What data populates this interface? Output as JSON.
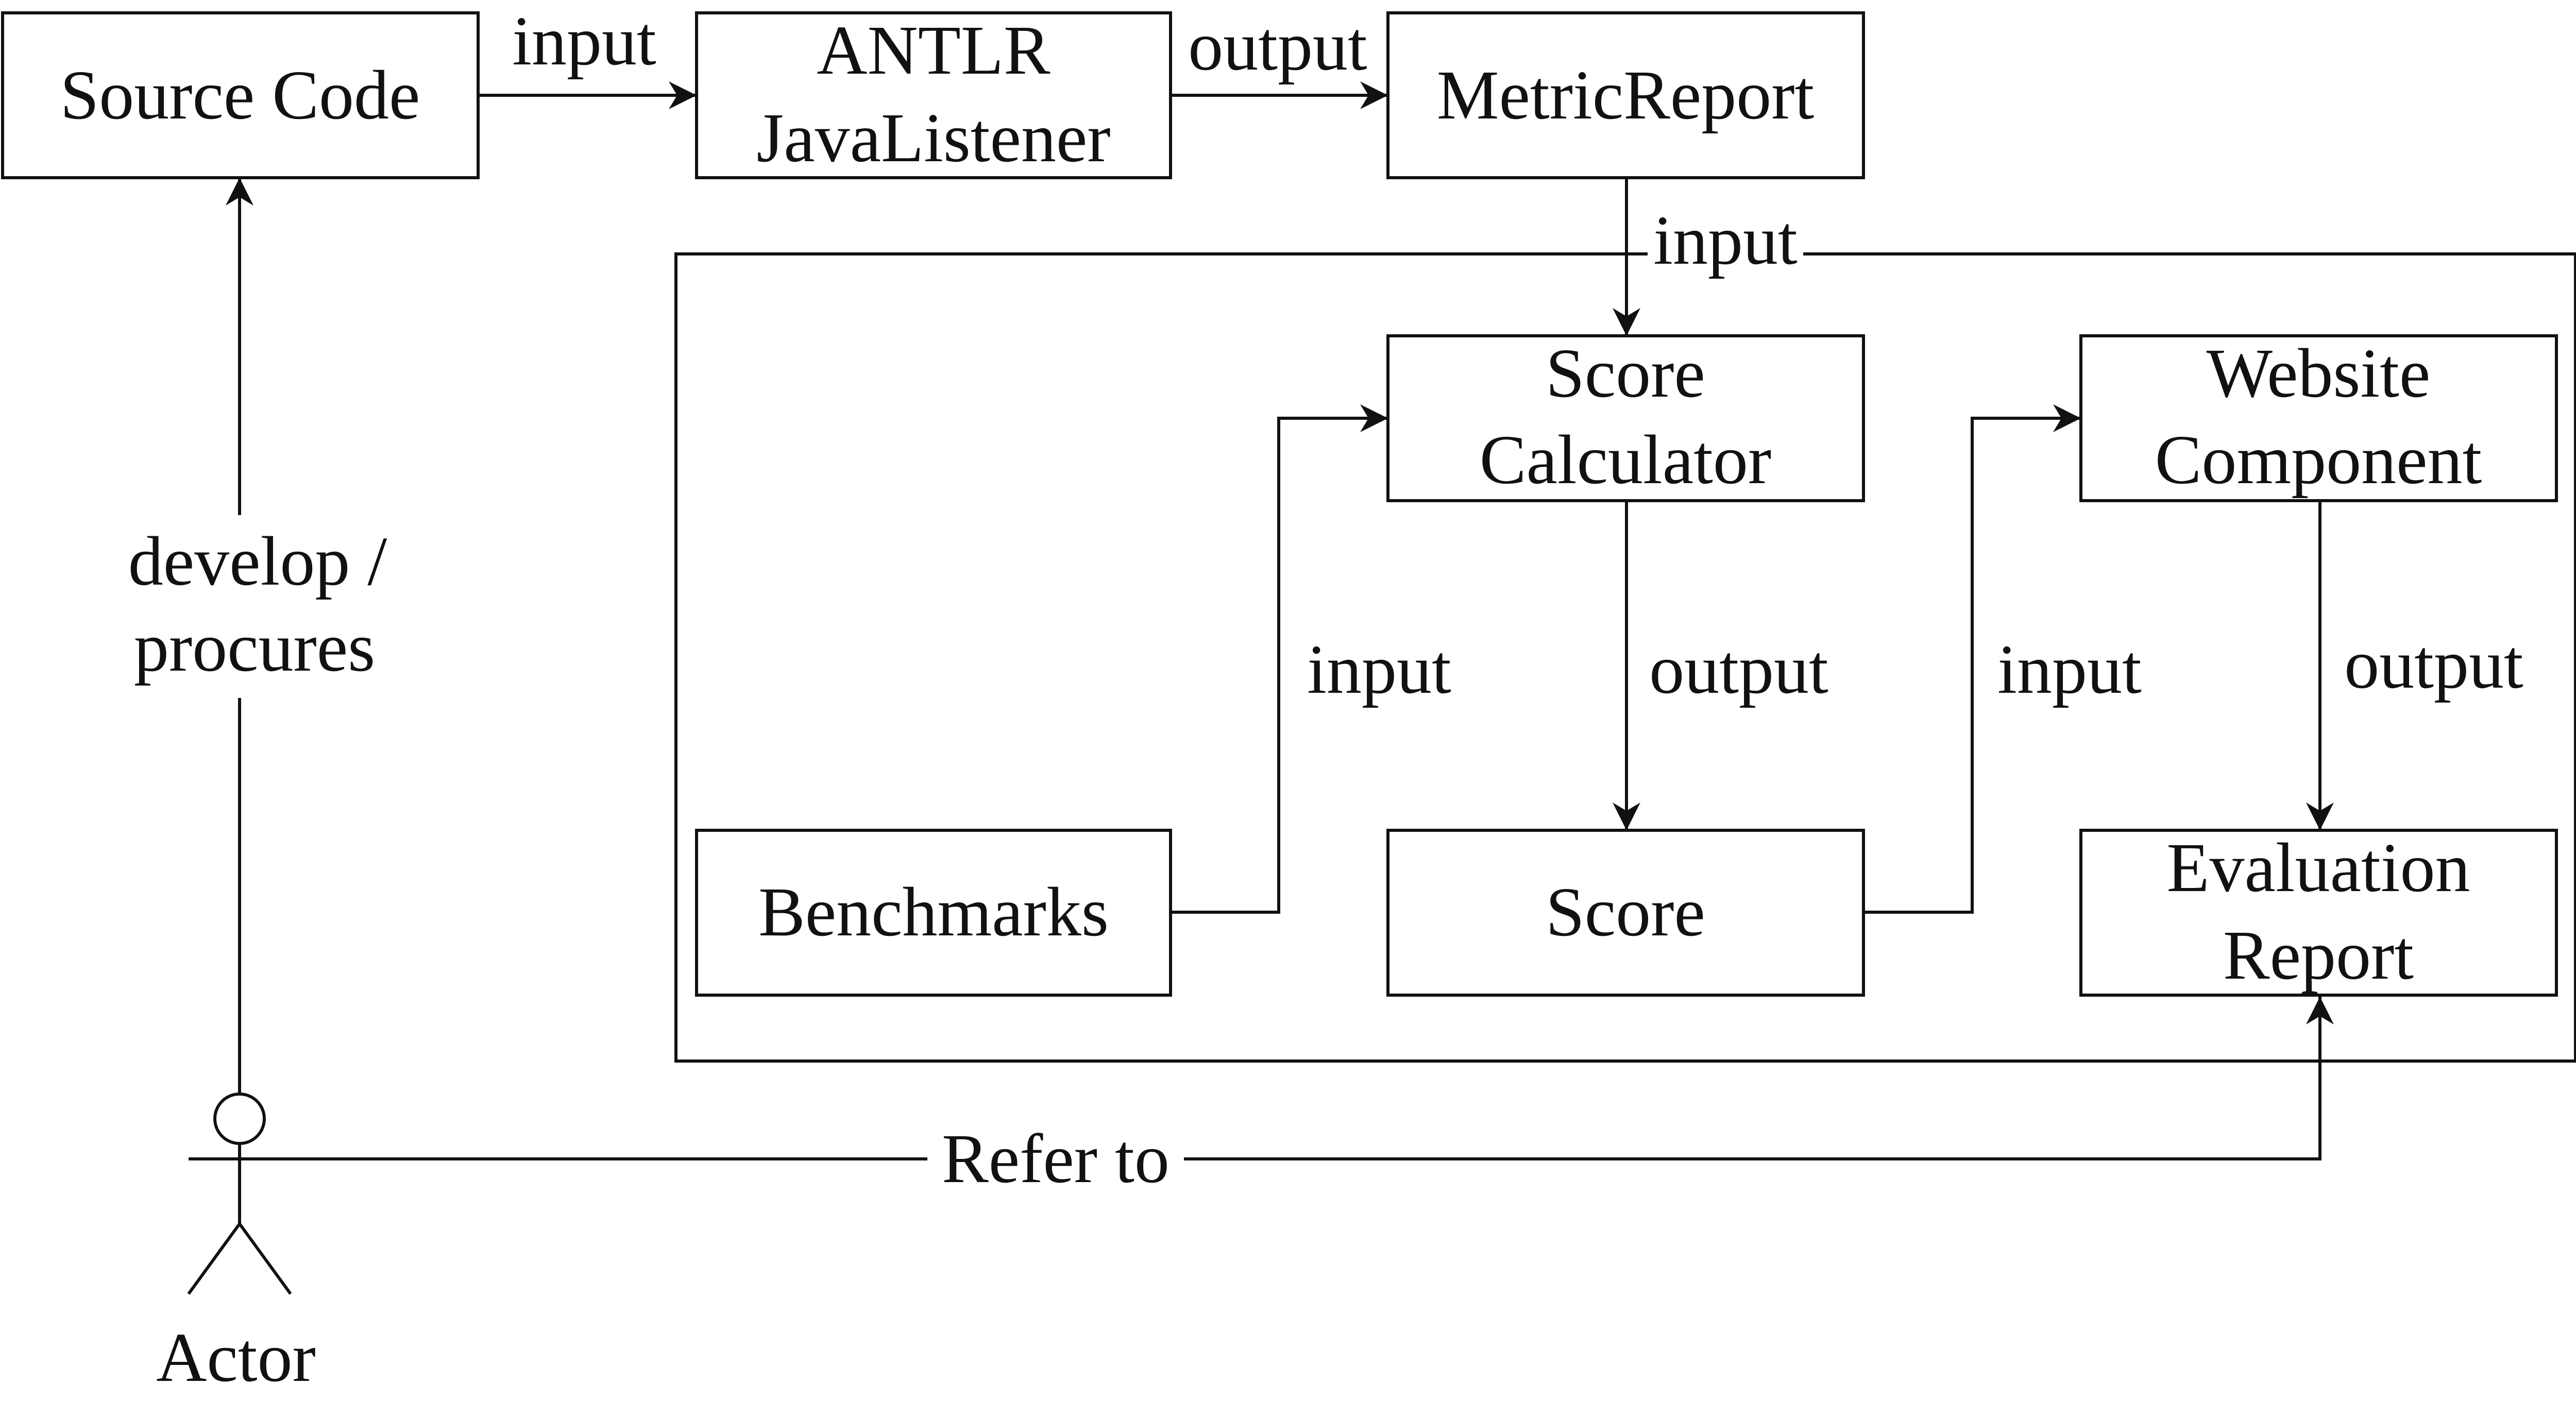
{
  "nodes": {
    "source_code": "Source Code",
    "antlr_line1": "ANTLR",
    "antlr_line2": "JavaListener",
    "metric_report": "MetricReport",
    "score_calc_line1": "Score",
    "score_calc_line2": "Calculator",
    "website_line1": "Website",
    "website_line2": "Component",
    "benchmarks": "Benchmarks",
    "score": "Score",
    "eval_line1": "Evaluation",
    "eval_line2": "Report",
    "actor": "Actor"
  },
  "edges": {
    "source_to_antlr": "input",
    "antlr_to_metric": "output",
    "metric_to_calc": "input",
    "benchmarks_to_calc": "input",
    "calc_to_score": "output",
    "score_to_website": "input",
    "website_to_eval": "output",
    "actor_to_source_line1": "develop /",
    "actor_to_source_line2": "procures",
    "actor_to_eval": "Refer to"
  },
  "colors": {
    "stroke": "#111111",
    "background": "#ffffff"
  }
}
